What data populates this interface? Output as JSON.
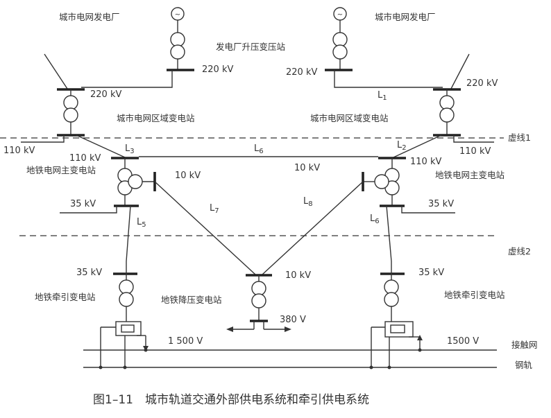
{
  "labels": {
    "plant_left": "城市电网发电厂",
    "plant_right": "城市电网发电厂",
    "step_up": "发电厂升压变压站",
    "v220_a": "220 kV",
    "v220_b": "220 kV",
    "v220_c": "220 kV",
    "v220_d": "220 kV",
    "region_left": "城市电网区域变电站",
    "region_right": "城市电网区域变电站",
    "dash1": "虚线1",
    "dash2": "虚线2",
    "v110_a": "110 kV",
    "v110_b": "110 kV",
    "v110_c": "110 kV",
    "v110_d": "110 kV",
    "main_left": "地铁电网主变电站",
    "main_right": "地铁电网主变电站",
    "v10_a": "10 kV",
    "v10_b": "10 kV",
    "v10_c": "10 kV",
    "v35_a": "35 kV",
    "v35_b": "35 kV",
    "v35_c": "35 kV",
    "v35_d": "35 kV",
    "traction_left": "地铁牵引变电站",
    "traction_right": "地铁牵引变电站",
    "stepdown": "地铁降压变电站",
    "v380": "380 V",
    "v1500_a": "1 500 V",
    "v1500_b": "1500 V",
    "catenary": "接触网",
    "rail": "钢轨",
    "L": "L",
    "L1": "1",
    "L2": "2",
    "L3": "3",
    "L5": "5",
    "L6a": "6",
    "L6b": "6",
    "L7": "7",
    "L8": "8",
    "gen_glyph": "~"
  },
  "caption": "图1–11　城市轨道交通外部供电系统和牵引供电系统"
}
